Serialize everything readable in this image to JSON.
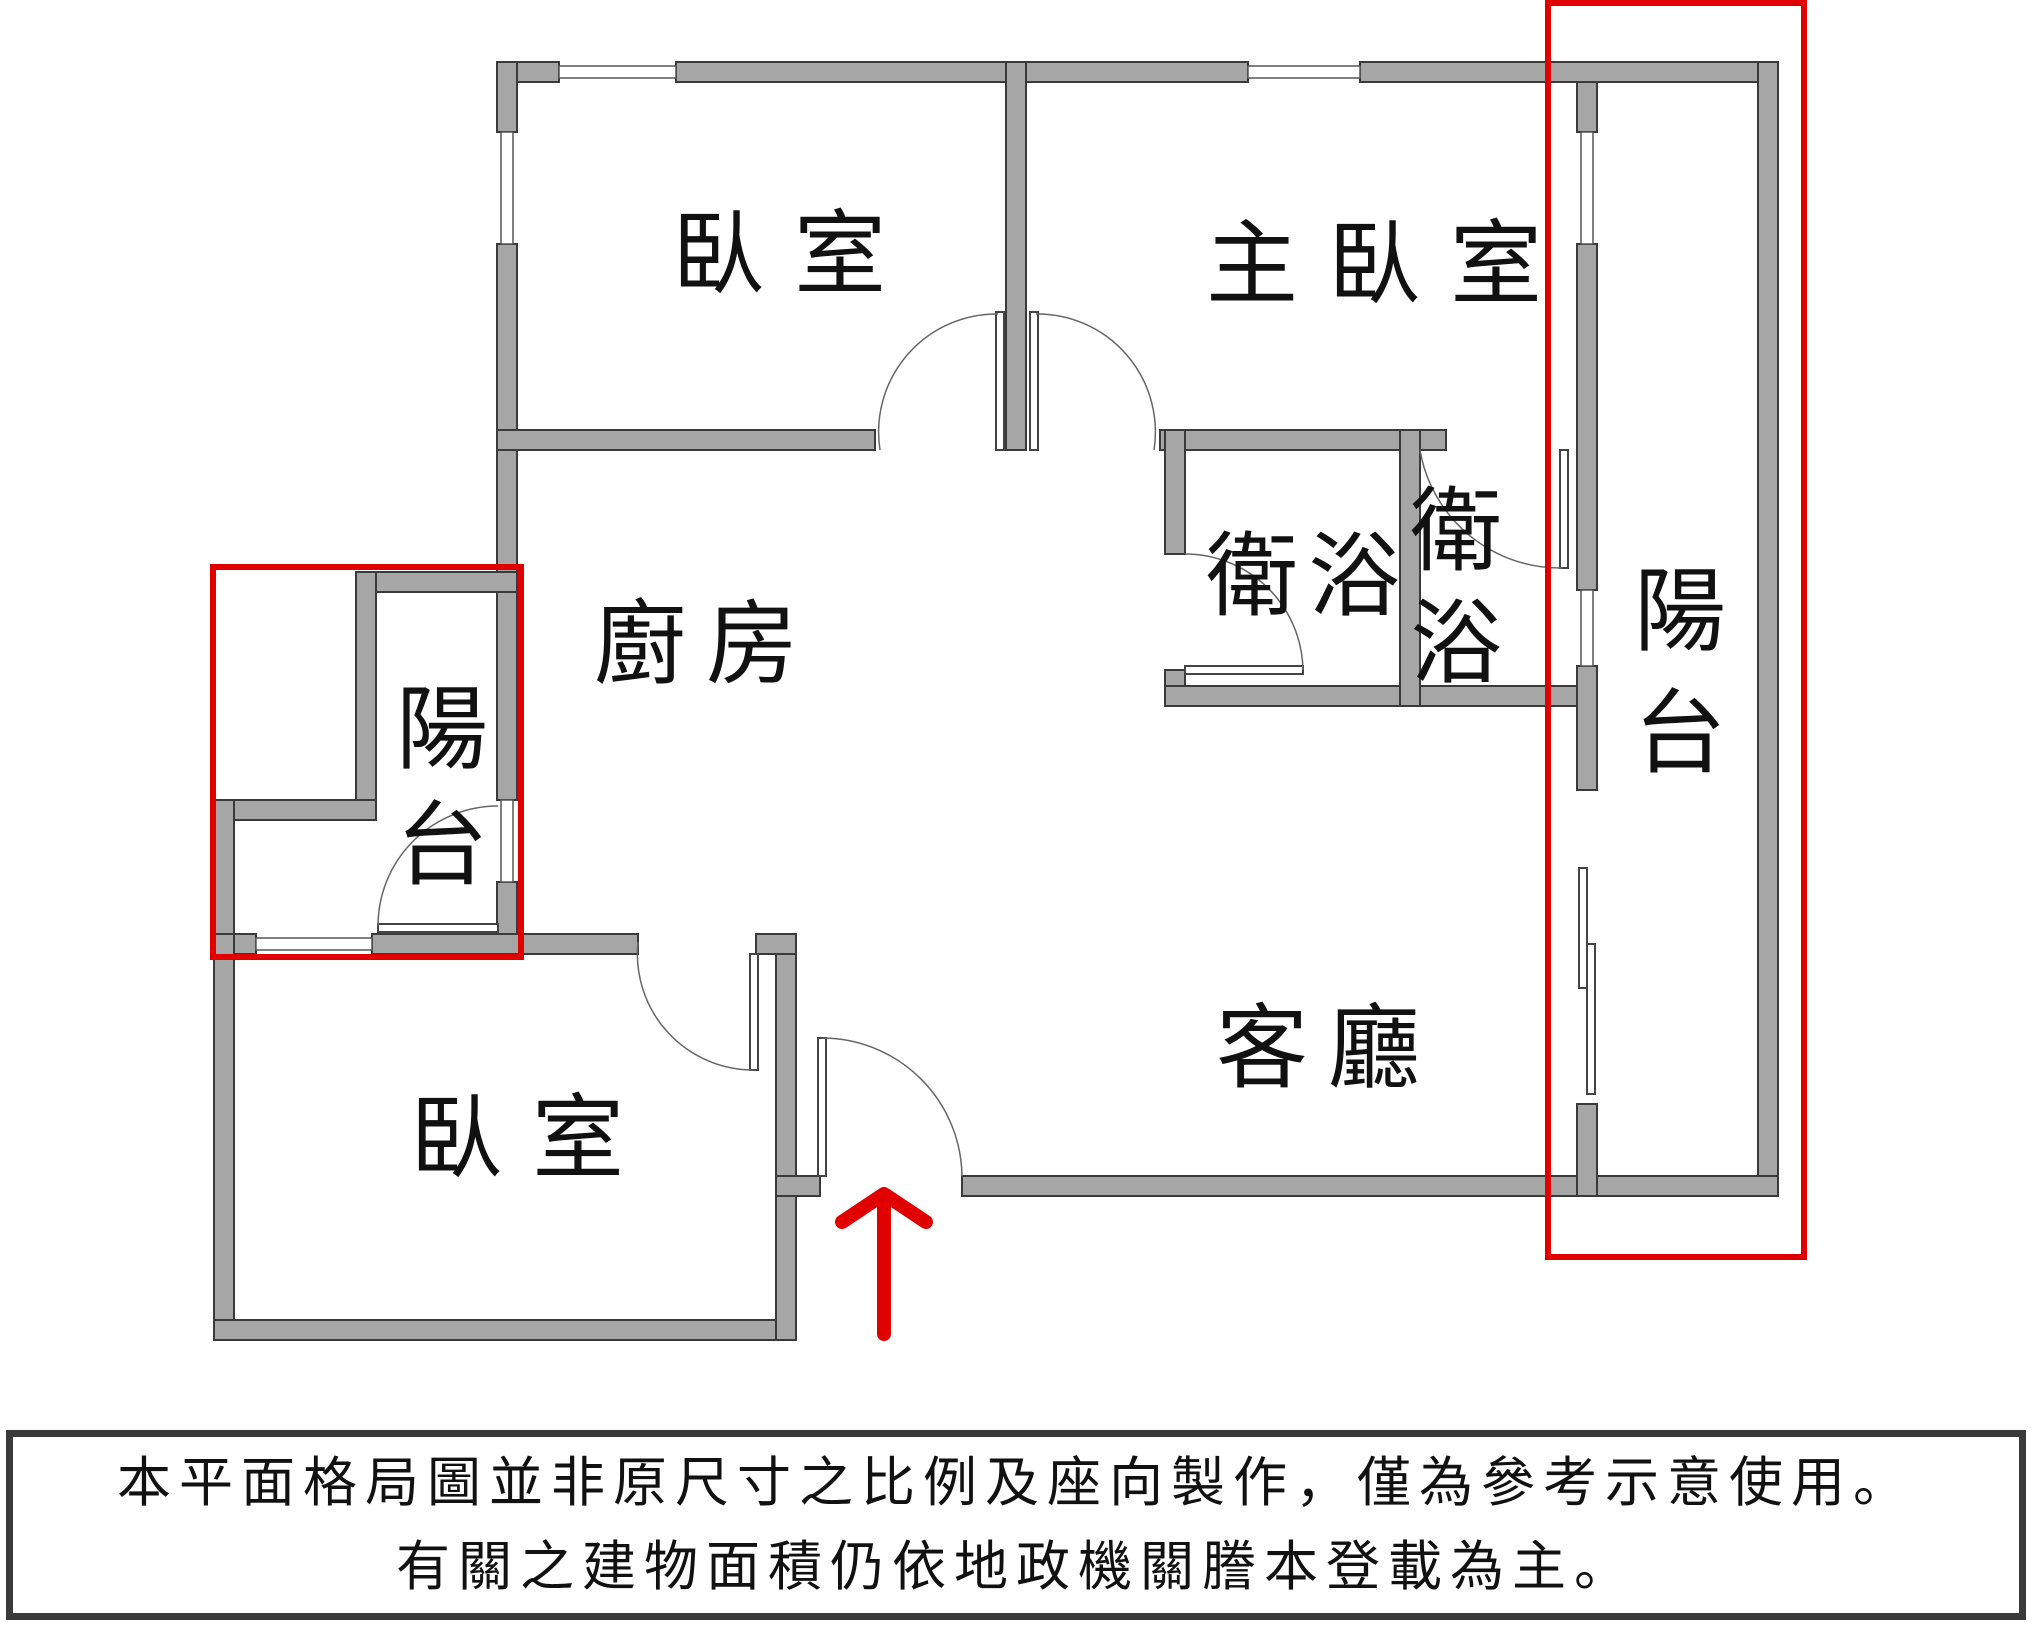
{
  "rooms": {
    "bedroom_top": "臥室",
    "master_bedroom": "主臥室",
    "kitchen": "廚房",
    "bath_1": "衛浴",
    "bath_2": "衛浴",
    "balcony_right": "陽台",
    "balcony_left": "陽台",
    "living_room": "客廳",
    "bedroom_bottom": "臥室"
  },
  "colors": {
    "wall": "#a6a6a6",
    "highlight": "#e00000",
    "arrow": "#e00000"
  },
  "icons": {
    "entrance": "up-arrow-icon"
  },
  "note": {
    "line1": "本平面格局圖並非原尺寸之比例及座向製作，僅為參考示意使用。",
    "line2": "有關之建物面積仍依地政機關謄本登載為主。"
  }
}
